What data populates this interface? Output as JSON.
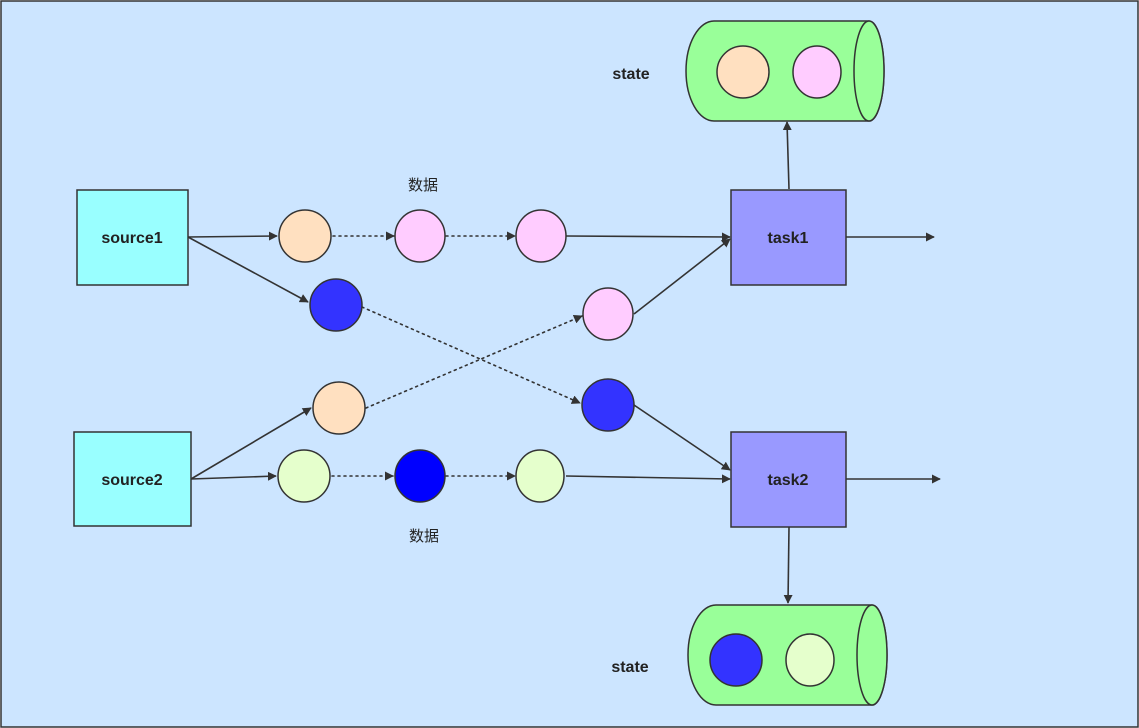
{
  "colors": {
    "background": "#cce5ff",
    "source_fill": "#99ffff",
    "task_fill": "#9999ff",
    "state_fill": "#99ff99",
    "token_peach": "#ffe0c0",
    "token_pink": "#ffccff",
    "token_blue": "#3333ff",
    "token_deep_blue": "#0000ff",
    "token_light_green": "#e5ffcc",
    "edge": "#333333"
  },
  "nodes": {
    "source1": "source1",
    "source2": "source2",
    "task1": "task1",
    "task2": "task2"
  },
  "labels": {
    "state_top": "state",
    "state_bottom": "state",
    "data_top": "数据",
    "data_bottom": "数据"
  }
}
